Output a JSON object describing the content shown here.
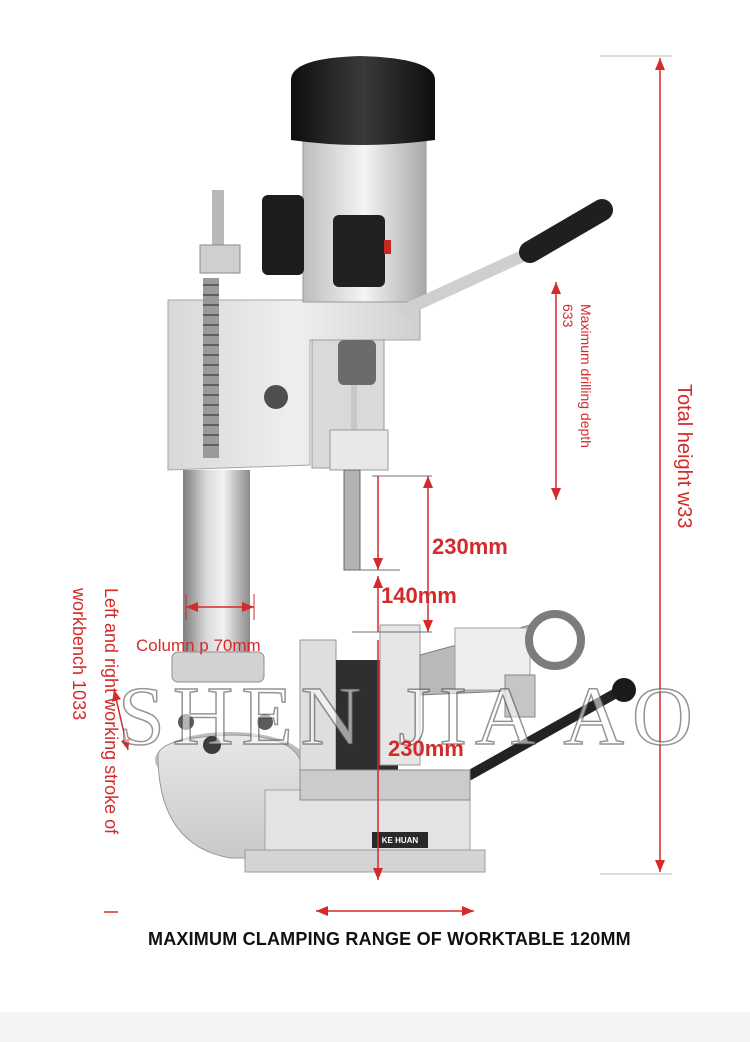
{
  "labels": {
    "total_height": "Total height w33",
    "max_drilling_depth": "Maximum drilling depth",
    "max_drilling_depth_value": "633",
    "dim_230_upper": "230mm",
    "dim_140": "140mm",
    "column": "Column p 70mm",
    "stroke_line1": "Left and right working stroke of",
    "stroke_line2": "workbench 1033",
    "dim_230_lower": "230mm",
    "clamping_range": "MAXIMUM CLAMPING RANGE OF WORKTABLE 120MM",
    "brand": "KE HUAN",
    "watermark": "SHEN JIA AO"
  },
  "colors": {
    "annotation": "#d42a2a",
    "machine_body": "#e6e6e6",
    "motor_cap": "#1a1a1a"
  }
}
